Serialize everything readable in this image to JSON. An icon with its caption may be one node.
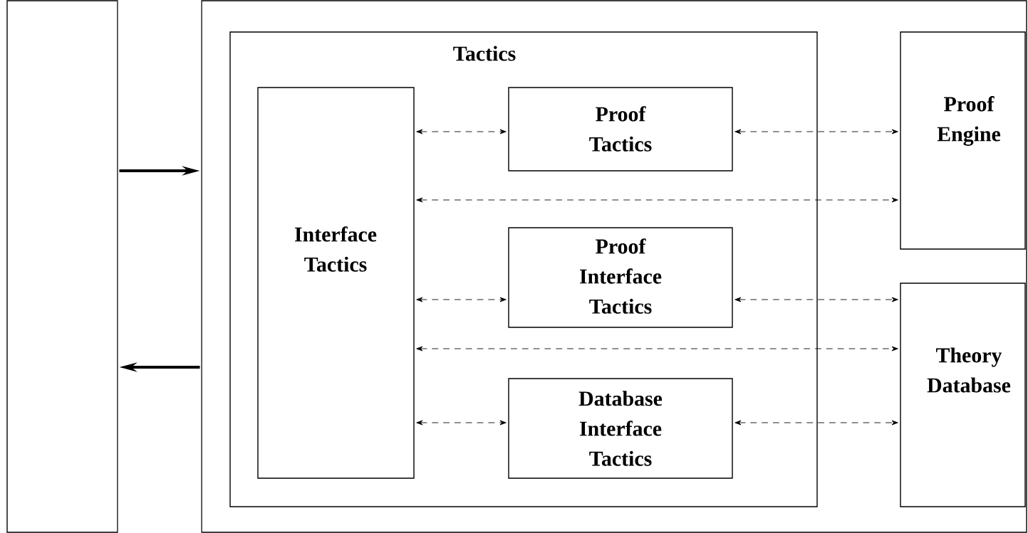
{
  "diagram": {
    "nodes": [
      {
        "text": [],
        "shape": "box"
      },
      {
        "text": [],
        "shape": "box"
      },
      {
        "text": [
          "Tactics"
        ],
        "in": 1
      },
      {
        "text": [
          "Interface Tactics"
        ],
        "in": 2
      },
      {
        "text": [
          "Proof Tactics"
        ],
        "in": 2
      },
      {
        "text": [
          "Proof Interface Tactics"
        ],
        "in": 2
      },
      {
        "text": [
          "Database Interface Tactics"
        ],
        "in": 2
      },
      {
        "text": [
          "Proof Engine"
        ],
        "in": 1
      },
      {
        "text": [
          "Theory Database"
        ],
        "in": 1
      }
    ],
    "edges": [
      {
        "from": 0,
        "to": 1,
        "arrow": "to",
        "style": "thick"
      },
      {
        "from": 1,
        "to": 0,
        "arrow": "to",
        "style": "thick"
      },
      {
        "from": 3,
        "to": 4,
        "arrow": "both",
        "style": "dashed"
      },
      {
        "from": 4,
        "to": 7,
        "arrow": "both",
        "style": "dashed"
      },
      {
        "from": 3,
        "to": 7,
        "arrow": "both",
        "style": "dashed"
      },
      {
        "from": 3,
        "to": 5,
        "arrow": "both",
        "style": "dashed"
      },
      {
        "from": 5,
        "to": 8,
        "arrow": "both",
        "style": "dashed"
      },
      {
        "from": 3,
        "to": 8,
        "arrow": "both",
        "style": "dashed"
      },
      {
        "from": 3,
        "to": 6,
        "arrow": "both",
        "style": "dashed"
      },
      {
        "from": 6,
        "to": 8,
        "arrow": "both",
        "style": "dashed"
      }
    ]
  }
}
